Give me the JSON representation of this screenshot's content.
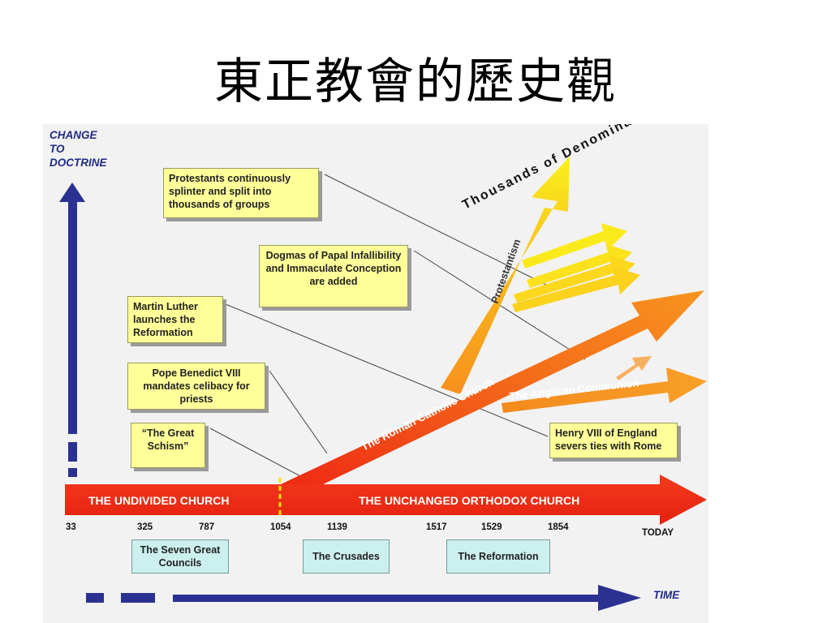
{
  "title": "東正教會的歷史觀",
  "axes": {
    "y_label_lines": [
      "CHANGE",
      "TO",
      "DOCTRINE"
    ],
    "x_label": "TIME"
  },
  "main_arrow": {
    "left_label": "THE UNDIVIDED CHURCH",
    "right_label": "THE UNCHANGED ORTHODOX CHURCH"
  },
  "branches": {
    "roman": "The Roman Catholic Church",
    "anglican": "The Anglican Communion",
    "protestantism": "Protestantism",
    "denominations": "Thousands of Denominations"
  },
  "years": [
    "33",
    "325",
    "787",
    "1054",
    "1139",
    "1517",
    "1529",
    "1854",
    "TODAY"
  ],
  "eras": [
    "The Seven Great Councils",
    "The Crusades",
    "The Reformation"
  ],
  "notes": {
    "protestants": "Protestants continuously splinter and split into thousands of groups",
    "dogmas": "Dogmas of Papal Infallibility and Immaculate Conception are added",
    "luther": "Martin Luther launches the Reformation",
    "benedict": "Pope Benedict VIII mandates celibacy for priests",
    "schism": "“The Great Schism”",
    "henry": "Henry VIII of England severs ties with Rome"
  },
  "colors": {
    "orthodox_red": "#ee2a14",
    "orange": "#f7901e",
    "yellow": "#f9ee1c",
    "axis_blue": "#2b3191",
    "note_yellow": "#ffff99",
    "era_cyan": "#ccf0ee"
  }
}
